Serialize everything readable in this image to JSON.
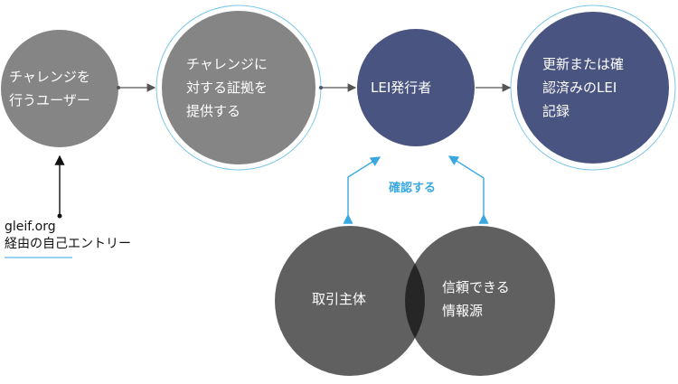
{
  "nodes": {
    "challenger": "チャレンジを\n行うユーザー",
    "evidence": "チャレンジに\n対する証拠を\n提供する",
    "issuer": "LEI発行者",
    "result": "更新または確\n認済みのLEI\n記録",
    "entity": "取引主体",
    "source": "信頼できる\n情報源"
  },
  "verify_label": "確認する",
  "entry": {
    "line1": "gleif.org",
    "line2": "経由の自己エントリー"
  },
  "colors": {
    "gray": "#858585",
    "navy": "#4a5480",
    "venn": "#606060",
    "overlap": "#262626",
    "accent": "#3aa8e0"
  }
}
